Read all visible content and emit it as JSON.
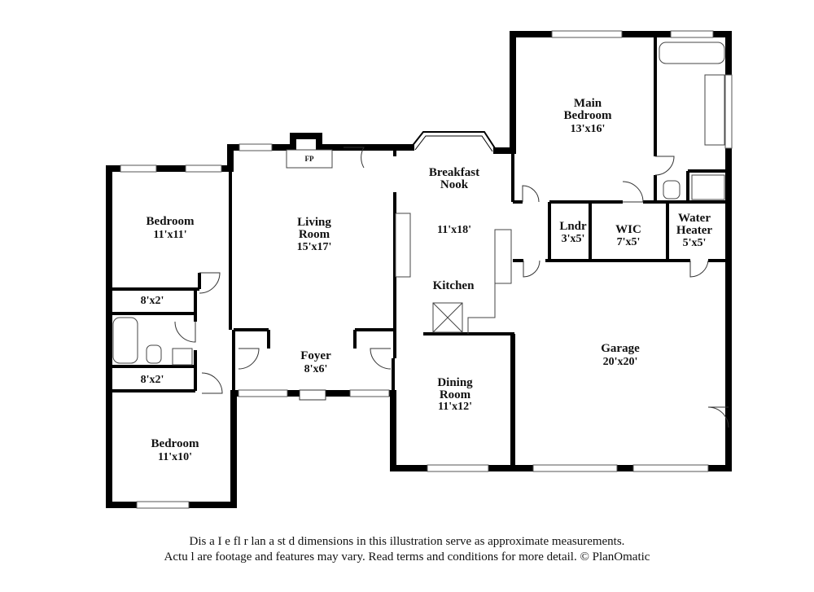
{
  "rooms": {
    "main_bedroom": {
      "name1": "Main",
      "name2": "Bedroom",
      "dims": "13'x16'"
    },
    "breakfast_nook": {
      "name1": "Breakfast",
      "name2": "Nook"
    },
    "kitchen": {
      "dims": "11'x18'",
      "name": "Kitchen"
    },
    "living_room": {
      "name1": "Living",
      "name2": "Room",
      "dims": "15'x17'"
    },
    "fireplace": {
      "label": "FP"
    },
    "bedroom_1": {
      "name": "Bedroom",
      "dims": "11'x11'"
    },
    "closet_1": {
      "dims": "8'x2'"
    },
    "closet_2": {
      "dims": "8'x2'"
    },
    "bedroom_2": {
      "name": "Bedroom",
      "dims": "11'x10'"
    },
    "foyer": {
      "name": "Foyer",
      "dims": "8'x6'"
    },
    "dining_room": {
      "name1": "Dining",
      "name2": "Room",
      "dims": "11'x12'"
    },
    "laundry": {
      "name": "Lndr",
      "dims": "3'x5'"
    },
    "wic": {
      "name": "WIC",
      "dims": "7'x5'"
    },
    "water_heater": {
      "name1": "Water",
      "name2": "Heater",
      "dims": "5'x5'"
    },
    "garage": {
      "name": "Garage",
      "dims": "20'x20'"
    }
  },
  "disclaimer": {
    "line1": "Dis a  I e fl r lan a  st d dimensions in this illustration serve as approximate measurements.",
    "line2": "Actu l  are footage and features may vary. Read terms and conditions for more detail. © PlanOmatic"
  }
}
